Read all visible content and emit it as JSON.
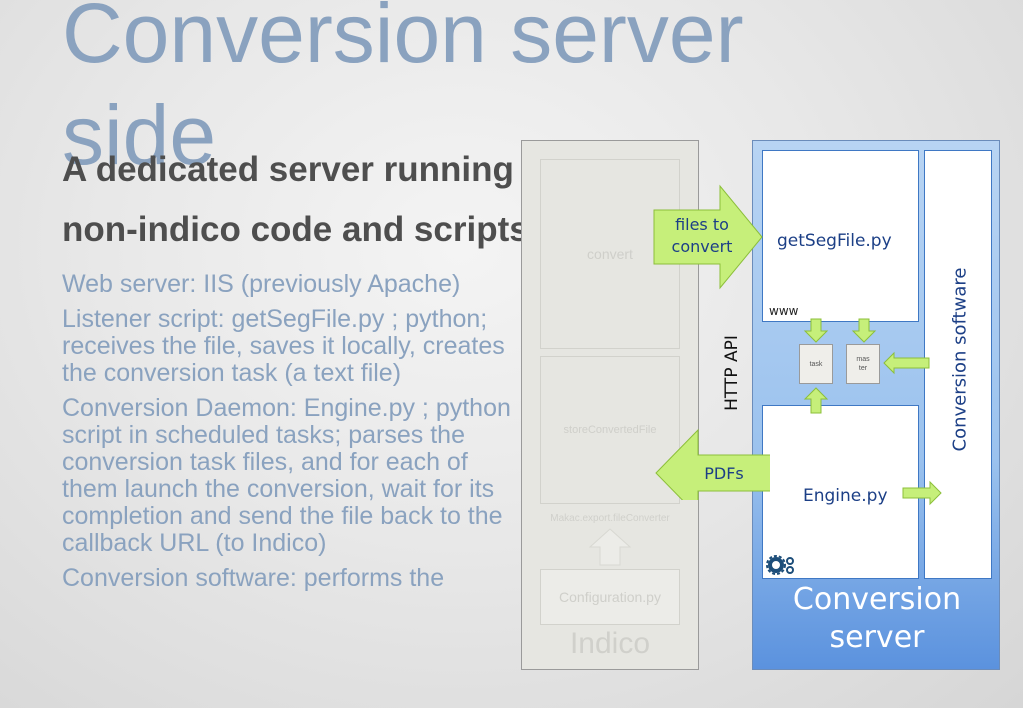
{
  "slide": {
    "title_line1": "Conversion server",
    "title_line2": "side",
    "subtitle_line1": "A dedicated server running",
    "subtitle_line2": "non-indico code and scripts",
    "bullets": [
      "Web server: IIS (previously Apache)",
      "Listener script: getSegFile.py ; python; receives the file, saves it locally, creates the conversion task (a text file)",
      "Conversion Daemon: Engine.py ; python script in scheduled tasks; parses the conversion task files, and for each of them launch the conversion, wait for its completion and send the file back to the callback URL (to Indico)",
      "Conversion software: performs the"
    ]
  },
  "indico": {
    "convert": "convert",
    "store": "storeConvertedFile",
    "makac": "Makac.export.fileConverter",
    "config": "Configuration.py",
    "label": "Indico"
  },
  "server": {
    "getseg": "getSegFile.py",
    "www": "www",
    "task": "task",
    "master_line1": "mas",
    "master_line2": "ter",
    "engine": "Engine.py",
    "software": "Conversion software",
    "label_line1": "Conversion",
    "label_line2": "server"
  },
  "arrows": {
    "files_line1": "files to",
    "files_line2": "convert",
    "pdfs": "PDFs",
    "http_api": "HTTP API"
  },
  "colors": {
    "title": "#8aa2bf",
    "arrow_fill": "#c6ef7a",
    "server_blue": "#5b92de"
  }
}
